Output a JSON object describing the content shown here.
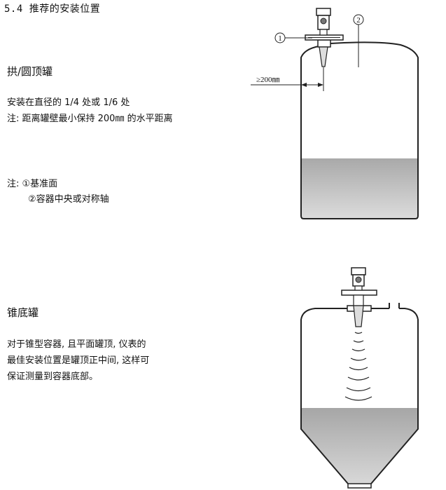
{
  "section_heading": "5.4 推荐的安装位置",
  "arch": {
    "title": "拱/圆顶罐",
    "line1": "安装在直径的 1/4 处或 1/6 处",
    "line2": "注: 距离罐壁最小保持 200㎜ 的水平距离",
    "note_title": "注: ①基准面",
    "note_item2": "②容器中央或对称轴",
    "callout_1": "1",
    "callout_2": "2",
    "dimension": "≥200㎜"
  },
  "cone": {
    "title": "锥底罐",
    "line1": "对于锥型容器, 且平面罐顶, 仪表的",
    "line2": "最佳安装位置是罐顶正中间, 这样可",
    "line3": "保证测量到容器底部。"
  },
  "colors": {
    "outline": "#222222",
    "liquid_top": "#a9a9a9",
    "liquid_bottom": "#dadada"
  }
}
